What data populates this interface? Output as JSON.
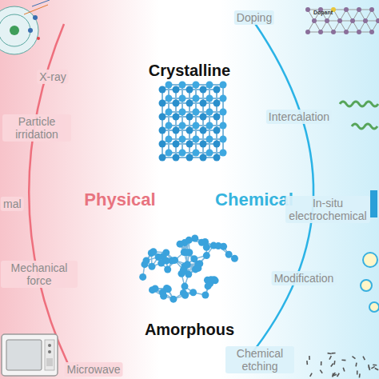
{
  "diagram": {
    "labels": [
      "X-ray",
      "Doping",
      "Crystalline",
      "Particle irridation",
      "Intercalation",
      "mal",
      "Physical",
      "Chemical",
      "In-situ electrochemical",
      "Mechanical force",
      "Modification",
      "Amorphous",
      "Microwave",
      "Chemical etching",
      "Dopant"
    ]
  }
}
